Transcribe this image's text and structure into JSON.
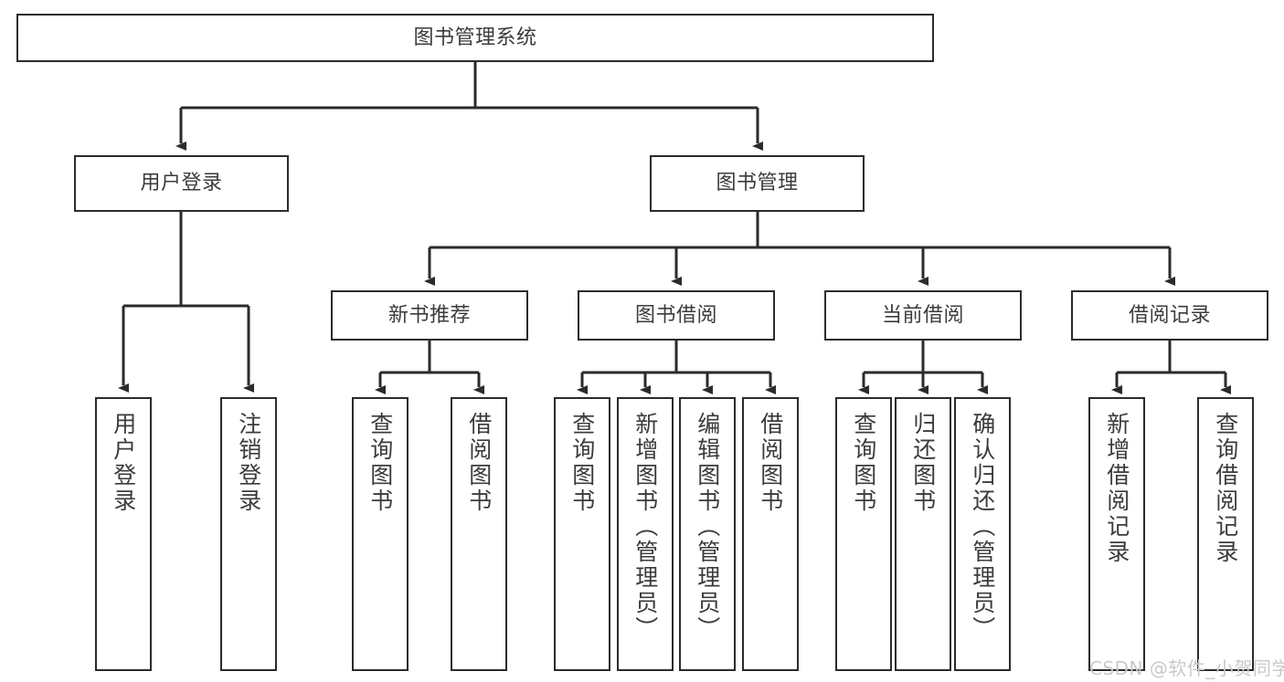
{
  "diagram": {
    "title": "图书管理系统",
    "watermark": "CSDN @软件_小贺同学",
    "colors": {
      "stroke": "#2b2b2b",
      "text": "#3b3b3b",
      "background": "#ffffff",
      "watermark": "#c9c9c9"
    },
    "root": {
      "label": "图书管理系统"
    },
    "level2": [
      {
        "label": "用户登录"
      },
      {
        "label": "图书管理"
      }
    ],
    "level3": [
      {
        "label": "新书推荐"
      },
      {
        "label": "图书借阅"
      },
      {
        "label": "当前借阅"
      },
      {
        "label": "借阅记录"
      }
    ],
    "leaves": {
      "user_login": [
        {
          "label": "用户登录"
        },
        {
          "label": "注销登录"
        }
      ],
      "new_book": [
        {
          "label": "查询图书"
        },
        {
          "label": "借阅图书"
        }
      ],
      "book_borrow": [
        {
          "label": "查询图书"
        },
        {
          "label": "新增图书（管理员）"
        },
        {
          "label": "编辑图书（管理员）"
        },
        {
          "label": "借阅图书"
        }
      ],
      "current_borrow": [
        {
          "label": "查询图书"
        },
        {
          "label": "归还图书"
        },
        {
          "label": "确认归还（管理员）"
        }
      ],
      "borrow_record": [
        {
          "label": "新增借阅记录"
        },
        {
          "label": "查询借阅记录"
        }
      ]
    }
  }
}
